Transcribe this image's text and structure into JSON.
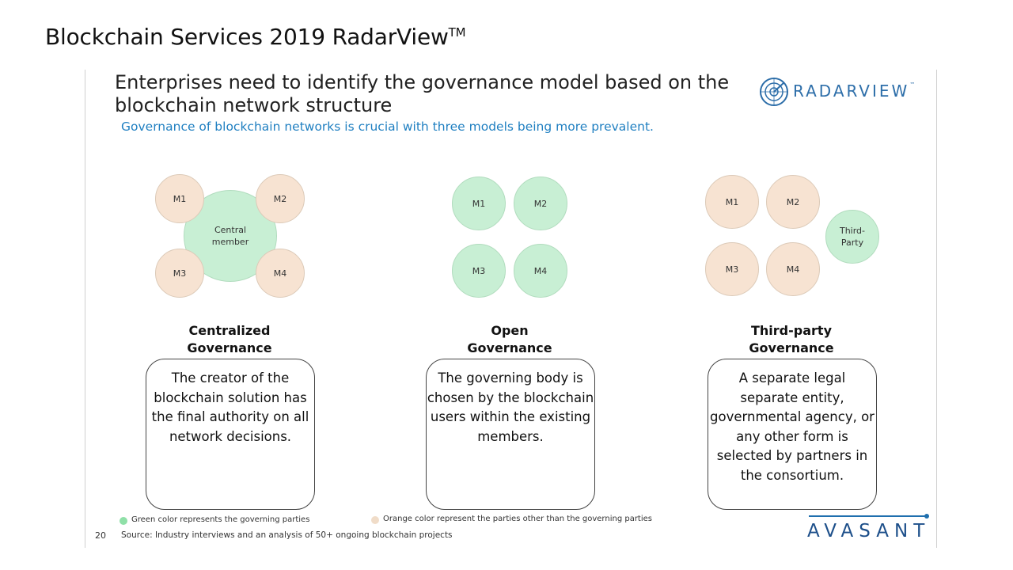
{
  "slide": {
    "title": "Blockchain Services 2019 RadarView",
    "title_tm": "TM",
    "headline": "Enterprises need to identify the governance model based on the blockchain network structure",
    "subheadline": "Governance of blockchain networks is crucial with three models being more prevalent."
  },
  "logo": {
    "text": "RADARVIEW",
    "tm": "™"
  },
  "models": [
    {
      "title_line1": "Centralized",
      "title_line2": "Governance",
      "description": "The creator of the blockchain solution has the final authority on all network decisions.",
      "nodes": {
        "m1": "M1",
        "m2": "M2",
        "m3": "M3",
        "m4": "M4",
        "central": "Central member"
      }
    },
    {
      "title_line1": "Open",
      "title_line2": "Governance",
      "description": "The governing body is chosen by the blockchain users within the existing members.",
      "nodes": {
        "m1": "M1",
        "m2": "M2",
        "m3": "M3",
        "m4": "M4"
      }
    },
    {
      "title_line1": "Third-party",
      "title_line2": "Governance",
      "description": "A separate legal separate entity, governmental agency, or any other form is selected by partners in the consortium.",
      "nodes": {
        "m1": "M1",
        "m2": "M2",
        "m3": "M3",
        "m4": "M4",
        "third": "Third-Party"
      }
    }
  ],
  "legend": {
    "green": "Green color represents the governing parties",
    "orange": "Orange color represent the parties other than the governing parties"
  },
  "colors": {
    "green": "#c8efd4",
    "orange": "#f7e3d2",
    "accent": "#1f7fc1",
    "brand": "#1d4f8a"
  },
  "footer": {
    "page_number": "20",
    "source": "Source: Industry interviews and an analysis of 50+ ongoing blockchain projects",
    "brand": "AVASANT"
  }
}
